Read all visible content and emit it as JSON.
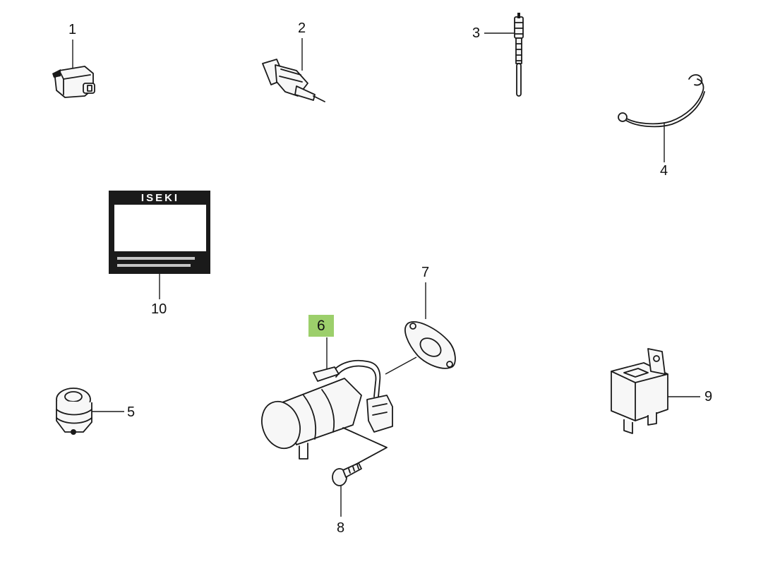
{
  "parts": [
    {
      "id": "1",
      "label": "1"
    },
    {
      "id": "2",
      "label": "2"
    },
    {
      "id": "3",
      "label": "3"
    },
    {
      "id": "4",
      "label": "4"
    },
    {
      "id": "5",
      "label": "5"
    },
    {
      "id": "6",
      "label": "6",
      "highlighted": true
    },
    {
      "id": "7",
      "label": "7"
    },
    {
      "id": "8",
      "label": "8"
    },
    {
      "id": "9",
      "label": "9"
    },
    {
      "id": "10",
      "label": "10"
    }
  ],
  "decal": {
    "brand": "ISEKI"
  },
  "colors": {
    "highlight": "#9ccf6b",
    "ink": "#1a1a1a"
  }
}
